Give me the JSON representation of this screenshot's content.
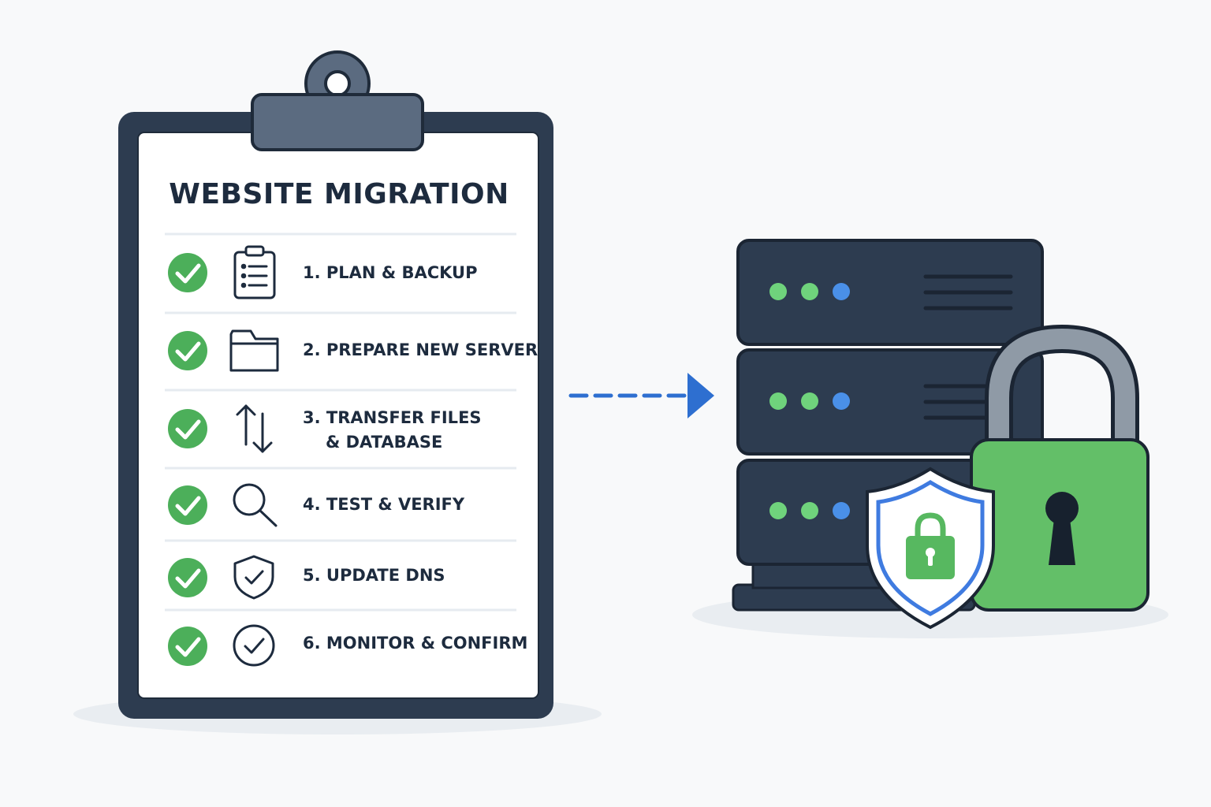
{
  "title": "WEBSITE MIGRATION",
  "steps": [
    {
      "number": "1.",
      "text": "PLAN & BACKUP",
      "icon": "clipboard-list-icon",
      "status": "completed"
    },
    {
      "number": "2.",
      "text": "PREPARE NEW SERVER",
      "icon": "folder-icon",
      "status": "completed"
    },
    {
      "number": "3.",
      "text": "TRANSFER FILES",
      "text_line2": "& DATABASE",
      "icon": "transfer-arrows-icon",
      "status": "completed"
    },
    {
      "number": "4.",
      "text": "TEST & VERIFY",
      "icon": "magnifier-icon",
      "status": "completed"
    },
    {
      "number": "5.",
      "text": "UPDATE DNS",
      "icon": "shield-check-icon",
      "status": "completed"
    },
    {
      "number": "6.",
      "text": "MONITOR & CONFIRM",
      "icon": "circle-check-icon",
      "status": "completed"
    }
  ],
  "server": {
    "units": 3,
    "indicator_lights": [
      "green",
      "green",
      "blue"
    ]
  },
  "colors": {
    "navy": "#2d3c50",
    "check_green": "#4caf5a",
    "lock_green": "#63bf68",
    "arrow_blue": "#2e6fd0",
    "led_green": "#6fd37c",
    "led_blue": "#4a90e8"
  }
}
